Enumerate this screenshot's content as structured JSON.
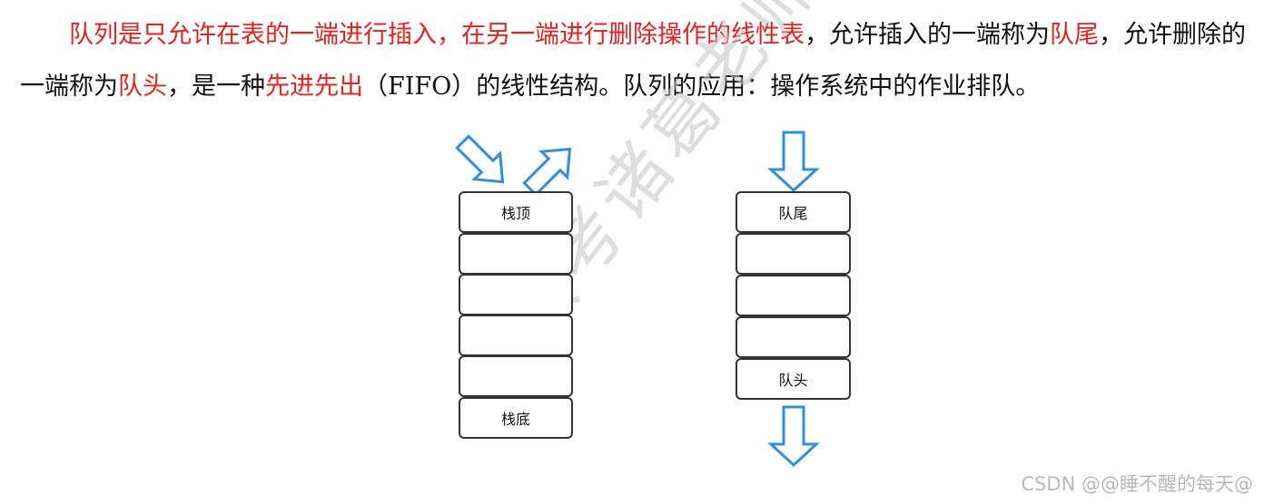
{
  "paragraph": {
    "s1": "队列是只允许在表的一端进行插入，在另一端进行删除操作的线性表",
    "s2": "，允许插入的一端称为",
    "s3": "队尾",
    "s4": "，允许删除的一端称为",
    "s5": "队头",
    "s6": "，是一种",
    "s7": "先进先出",
    "s8": "（FIFO）的线性结构。队列的应用：操作系统中的作业排队。"
  },
  "watermark": "软考诸葛老师",
  "stack": {
    "cells": [
      "栈顶",
      "",
      "",
      "",
      "",
      "栈底"
    ]
  },
  "queue": {
    "cells": [
      "队尾",
      "",
      "",
      "",
      "队头"
    ]
  },
  "colors": {
    "highlight": "#e8211f",
    "arrow": "#2f8fe0",
    "box_border": "#333333"
  },
  "footer": "CSDN @@睡不醒的每天@"
}
